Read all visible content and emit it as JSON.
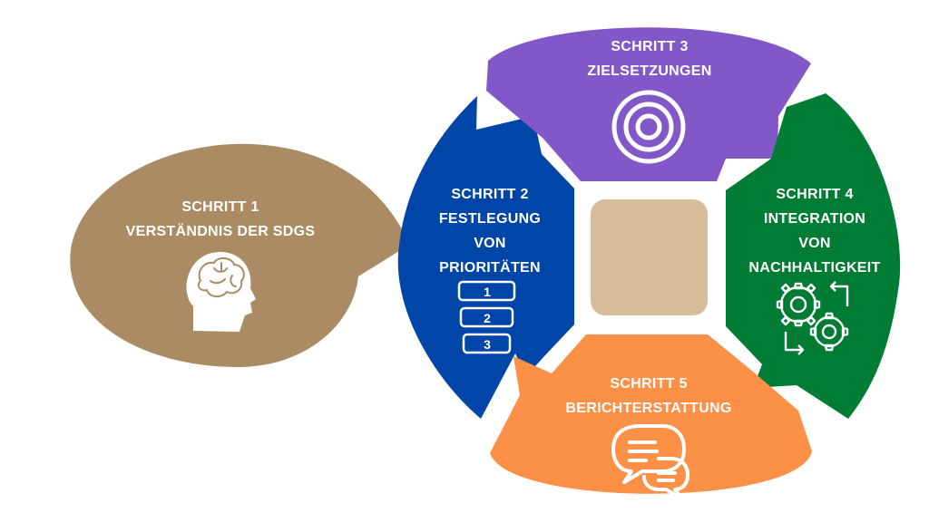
{
  "colors": {
    "step1": "#ab8b64",
    "step2": "#0046a9",
    "step3": "#8258c8",
    "step4": "#007c34",
    "step5": "#fc9046",
    "center": "#d6bc99",
    "text": "#ffffff"
  },
  "steps": [
    {
      "num": "SCHRITT 1",
      "lines": [
        "VERSTÄNDNIS DER SDGS"
      ],
      "icon": "brain-head-icon"
    },
    {
      "num": "SCHRITT 2",
      "lines": [
        "FESTLEGUNG",
        "VON",
        "PRIORITÄTEN"
      ],
      "icon": "priority-list-icon",
      "list_items": [
        "1",
        "2",
        "3"
      ]
    },
    {
      "num": "SCHRITT 3",
      "lines": [
        "ZIELSETZUNGEN"
      ],
      "icon": "target-icon"
    },
    {
      "num": "SCHRITT 4",
      "lines": [
        "INTEGRATION",
        "VON",
        "NACHHALTIGKEIT"
      ],
      "icon": "gears-cycle-icon"
    },
    {
      "num": "SCHRITT 5",
      "lines": [
        "BERICHTERSTATTUNG"
      ],
      "icon": "chat-bubbles-icon"
    }
  ]
}
